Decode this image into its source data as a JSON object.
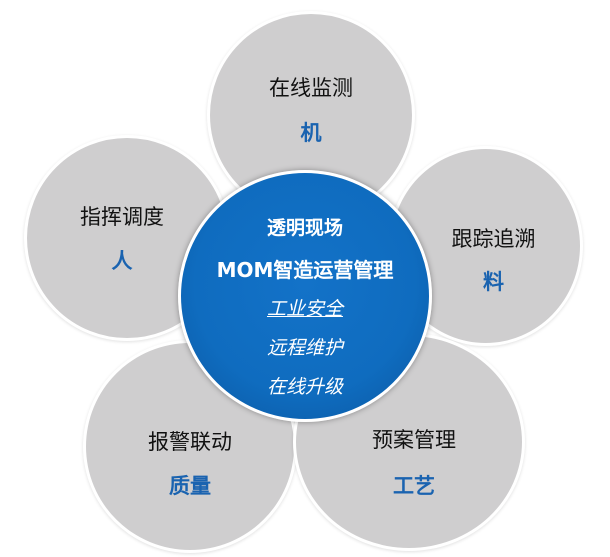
{
  "diagram": {
    "accent_color": "#1a63b0",
    "petal_color": "#cfcecf",
    "center_color": "#0f6cbf",
    "center": {
      "title": "透明现场",
      "subtitle": "MOM智造运营管理",
      "items": [
        "工业安全",
        "远程维护",
        "在线升级"
      ]
    },
    "petals": [
      {
        "position": "top",
        "label": "在线监测",
        "key": "机"
      },
      {
        "position": "left",
        "label": "指挥调度",
        "key": "人"
      },
      {
        "position": "right",
        "label": "跟踪追溯",
        "key": "料"
      },
      {
        "position": "bottom-left",
        "label": "报警联动",
        "key": "质量"
      },
      {
        "position": "bottom-right",
        "label": "预案管理",
        "key": "工艺"
      }
    ]
  }
}
